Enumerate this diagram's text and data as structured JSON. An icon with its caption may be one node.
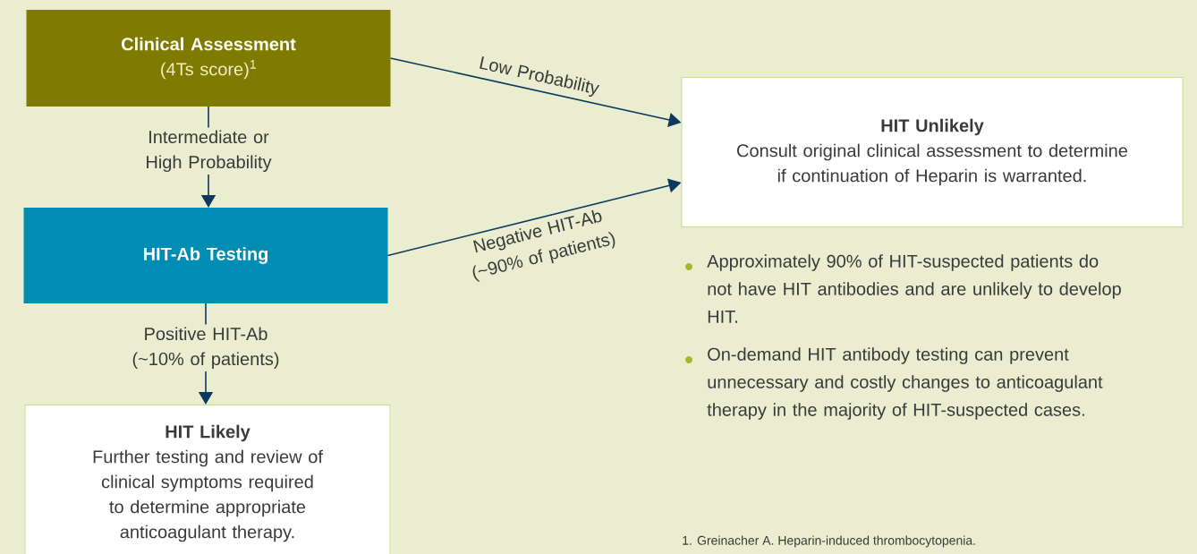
{
  "diagram": {
    "nodes": [
      {
        "text": [
          "Clinical Assessment",
          "(4Ts score)$^{1}$"
        ]
      },
      {
        "text": [
          "HIT-Ab Testing"
        ]
      },
      {
        "text": [
          "HIT Likely",
          "Further testing and review of clinical symptoms required to determine appropriate anticoagulant therapy."
        ]
      },
      {
        "text": [
          "HIT Unlikely",
          "Consult original clinical assessment to determine if continuation of Heparin is warranted."
        ]
      }
    ],
    "edges": [
      {
        "from": 0,
        "to": 1,
        "arrow": "to",
        "label": "Intermediate or High Probability"
      },
      {
        "from": 0,
        "to": 3,
        "arrow": "to",
        "label": "Low Probability"
      },
      {
        "from": 1,
        "to": 3,
        "arrow": "to",
        "label": "Negative HIT-Ab (~90% of patients)"
      },
      {
        "from": 1,
        "to": 2,
        "arrow": "to",
        "label": "Positive HIT-Ab (~10% of patients)"
      }
    ],
    "labels": [
      "Approximately 90% of HIT-suspected patients do not have HIT antibodies and are unlikely to develop HIT.",
      "On-demand HIT antibody testing can prevent unnecessary and costly changes to anticoagulant therapy in the majority of HIT-suspected cases.",
      "1. Greinacher A. Heparin-induced thrombocytopenia."
    ]
  }
}
